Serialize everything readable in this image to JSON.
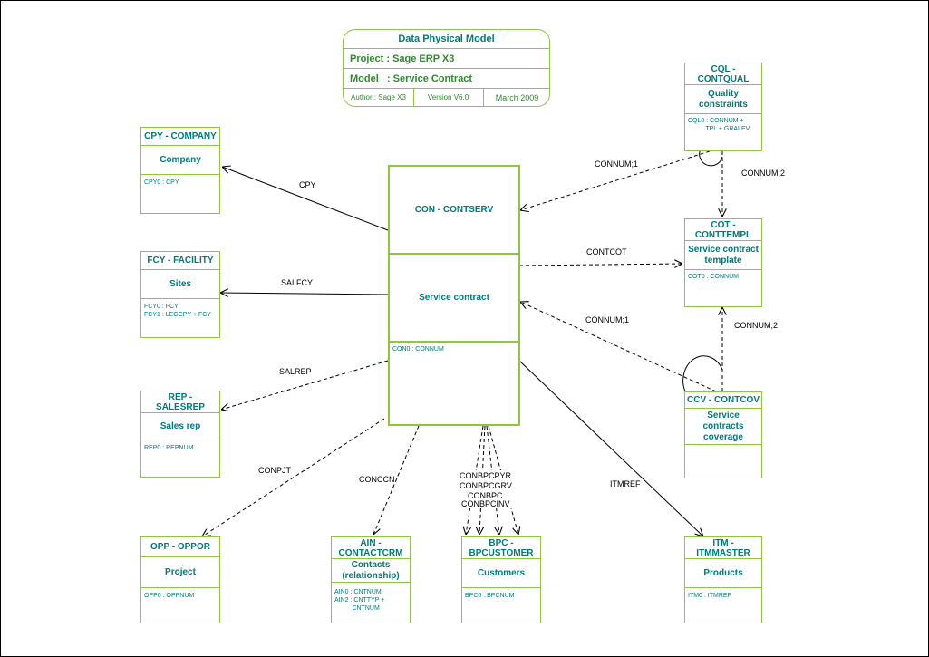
{
  "title_block": {
    "title": "Data Physical Model",
    "project": "Project : Sage ERP X3",
    "model": "Model   : Service Contract",
    "author": "Author : Sage X3",
    "version": "Version V6.0",
    "date": "March 2009"
  },
  "entities": {
    "cpy": {
      "header": "CPY - COMPANY",
      "description": "Company",
      "keys": "CPY0 : CPY"
    },
    "fcy": {
      "header": "FCY - FACILITY",
      "description": "Sites",
      "keys": "FCY0 : FCY\nFCY1 : LEGCPY + FCY"
    },
    "rep": {
      "header": "REP -\nSALESREP",
      "description": "Sales rep",
      "keys": "REP0 : REPNUM"
    },
    "opp": {
      "header": "OPP - OPPOR",
      "description": "Project",
      "keys": "OPP0 : OPPNUM"
    },
    "ain": {
      "header": "AIN -\nCONTACTCRM",
      "description": "Contacts\n(relationship)",
      "keys": "AIN0 : CNTNUM\nAIN2 : CNTTYP +\n          CNTNUM"
    },
    "bpc": {
      "header": "BPC -\nBPCUSTOMER",
      "description": "Customers",
      "keys": "BPC0 : BPCNUM"
    },
    "itm": {
      "header": "ITM -\nITMMASTER",
      "description": "Products",
      "keys": "ITM0 : ITMREF"
    },
    "ccv": {
      "header": "CCV - CONTCOV",
      "description": "Service\ncontracts\ncoverage",
      "keys": ""
    },
    "cot": {
      "header": "COT -\nCONTTEMPL",
      "description": "Service contract\ntemplate",
      "keys": "COT0 : CONNUM"
    },
    "cql": {
      "header": "CQL -\nCONTQUAL",
      "description": "Quality\nconstraints",
      "keys": "CQL0 : CONNUM +\n          TPL + GRALEV"
    },
    "con": {
      "header": "CON - CONTSERV",
      "description": "Service contract",
      "keys": "CON0 : CONNUM"
    }
  },
  "links": {
    "cpy": "CPY",
    "salfcy": "SALFCY",
    "salrep": "SALREP",
    "conpjt": "CONPJT",
    "conccn": "CONCCN",
    "conbpcpyr": "CONBPCPYR",
    "conbpcgrv": "CONBPCGRV",
    "conbpc": "CONBPC",
    "conbpcinv": "CONBPCINV",
    "itmref": "ITMREF",
    "contcot": "CONTCOT",
    "cql_con": "CONNUM;1",
    "cql_cot": "CONNUM;2",
    "ccv_con": "CONNUM;1",
    "ccv_cot": "CONNUM;2"
  },
  "colors": {
    "border": "#8ec63f",
    "text": "#007a7a",
    "title_green": "#2e8b2e"
  }
}
